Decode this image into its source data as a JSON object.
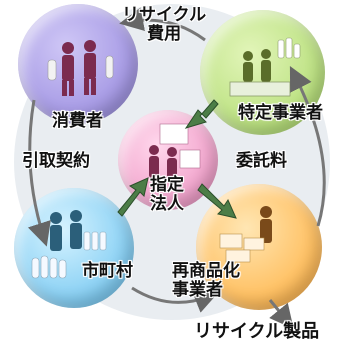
{
  "diagram": {
    "labels": {
      "consumer": "消費者",
      "designated_business": "特定事業者",
      "designated_corp_line1": "指定",
      "designated_corp_line2": "法人",
      "municipality": "市町村",
      "recycler_line1": "再商品化",
      "recycler_line2": "事業者",
      "recycled_products": "リサイクル製品",
      "recycling_fee_line1": "リサイクル",
      "recycling_fee_line2": "費用",
      "pickup_contract": "引取契約",
      "commission_fee": "委託料"
    },
    "colors": {
      "consumer": "#a99de6",
      "designated_business": "#bfe386",
      "designated_corp": "#f3a8cf",
      "municipality": "#8fd3f5",
      "recycler": "#ffc266",
      "flow_arrow": "#3f6b3f"
    },
    "icons": [
      "people-icon",
      "factory-icon",
      "bottles-icon",
      "recycle-bales-icon"
    ]
  }
}
